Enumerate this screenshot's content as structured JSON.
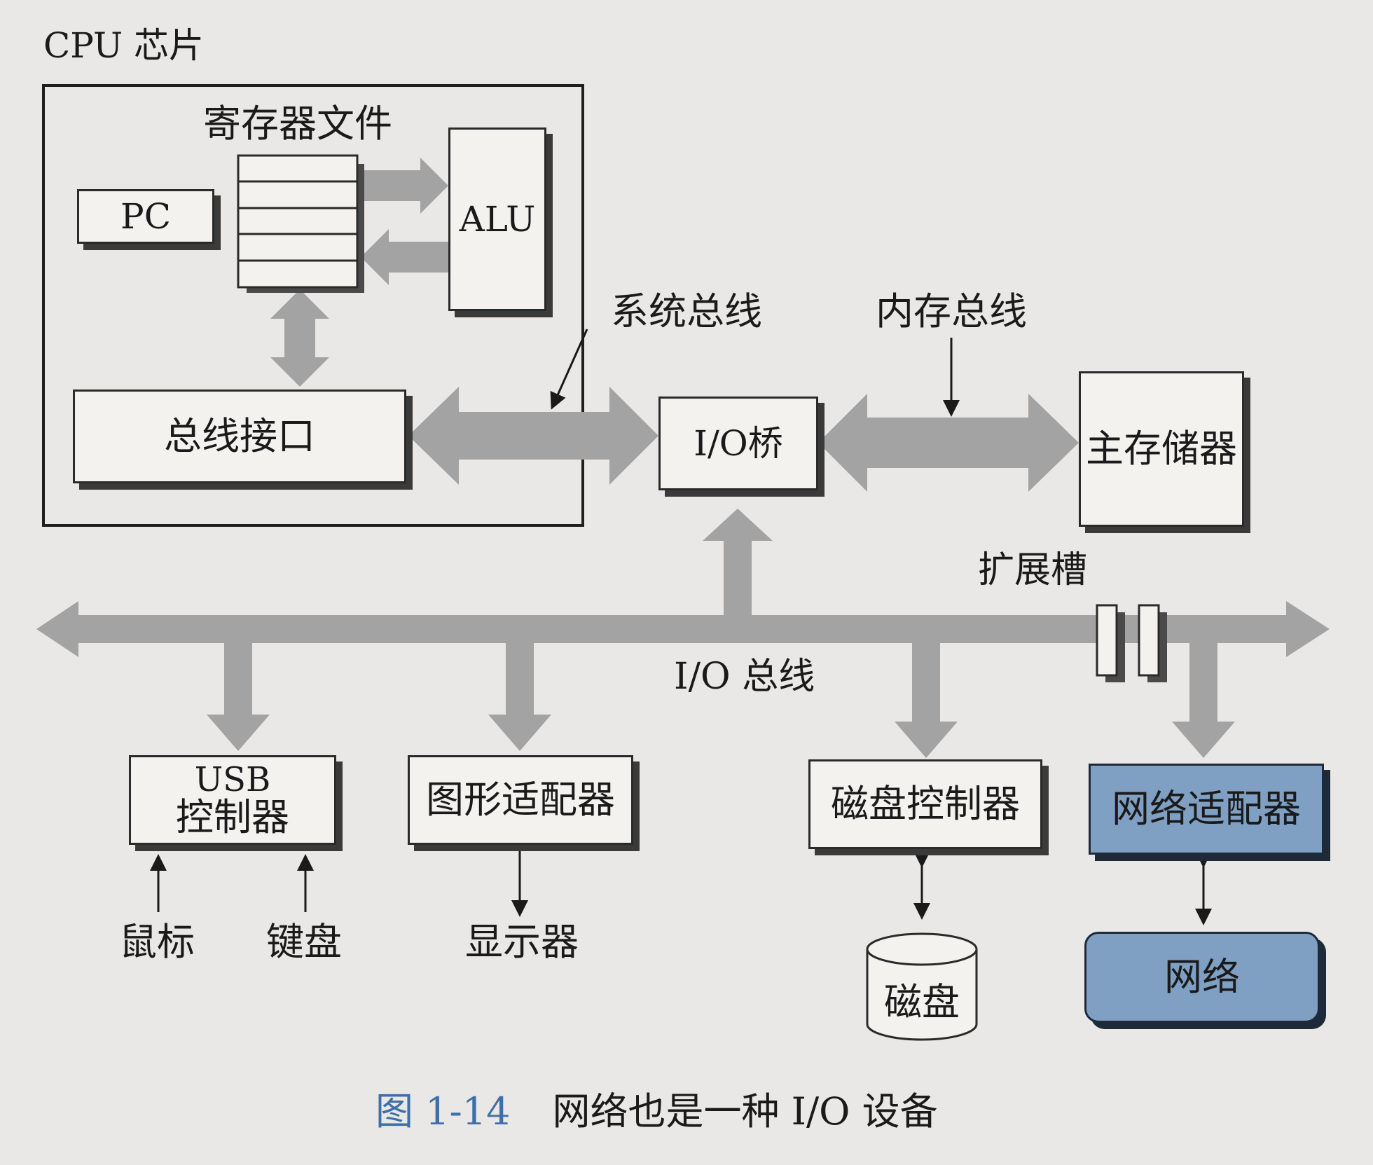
{
  "chip_label": "CPU 芯片",
  "register_file_label": "寄存器文件",
  "pc_label": "PC",
  "alu_label": "ALU",
  "bus_interface_label": "总线接口",
  "system_bus_label": "系统总线",
  "memory_bus_label": "内存总线",
  "io_bridge_label": "I/O桥",
  "main_memory_label": "主存储器",
  "expansion_slots_label": "扩展槽",
  "io_bus_label": "I/O 总线",
  "usb_controller_line1": "USB",
  "usb_controller_line2": "控制器",
  "graphics_adapter_label": "图形适配器",
  "disk_controller_label": "磁盘控制器",
  "network_adapter_label": "网络适配器",
  "mouse_label": "鼠标",
  "keyboard_label": "键盘",
  "display_label": "显示器",
  "disk_label": "磁盘",
  "network_label": "网络",
  "caption": {
    "number": "图 1-14",
    "text": "网络也是一种 I/O 设备"
  },
  "colors": {
    "bus_fill": "#a3a3a3",
    "highlight_fill": "#7f9fc3",
    "caption_number": "#3f6fa8"
  }
}
